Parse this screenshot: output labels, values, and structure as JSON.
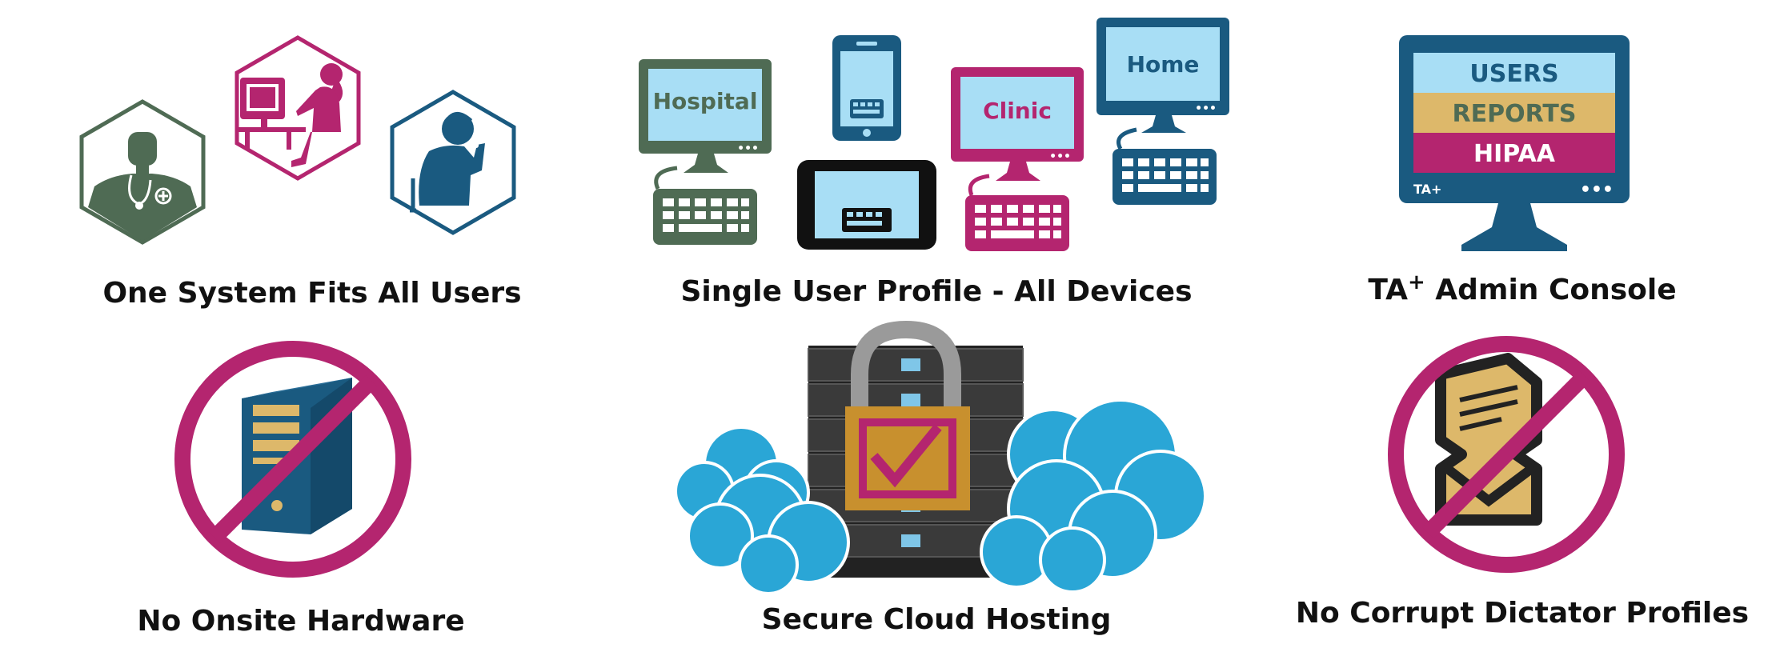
{
  "colors": {
    "green": "#4f6b54",
    "magenta": "#b4256f",
    "blue": "#1a5a80",
    "light_blue": "#a8def5",
    "gold": "#ddb86a",
    "black": "#111111",
    "cloud": "#2aa6d6"
  },
  "captions": {
    "users": "One System Fits All Users",
    "devices": "Single User Profile - All Devices",
    "console_main": "TA",
    "console_sup": "+",
    "console_rest": " Admin Console",
    "hardware": "No Onsite Hardware",
    "cloud": "Secure Cloud Hosting",
    "profiles": "No Corrupt Dictator Profiles"
  },
  "device_labels": {
    "hospital": "Hospital",
    "clinic": "Clinic",
    "home": "Home"
  },
  "console": {
    "row1": "USERS",
    "row2": "REPORTS",
    "row3": "HIPAA",
    "logo": "TA+",
    "dots": "•••"
  },
  "icons": {
    "doctor": "doctor-icon",
    "typist": "typist-icon",
    "dictator": "dictator-icon",
    "server_tower": "server-tower-icon",
    "padlock": "padlock-icon",
    "document": "document-icon"
  }
}
